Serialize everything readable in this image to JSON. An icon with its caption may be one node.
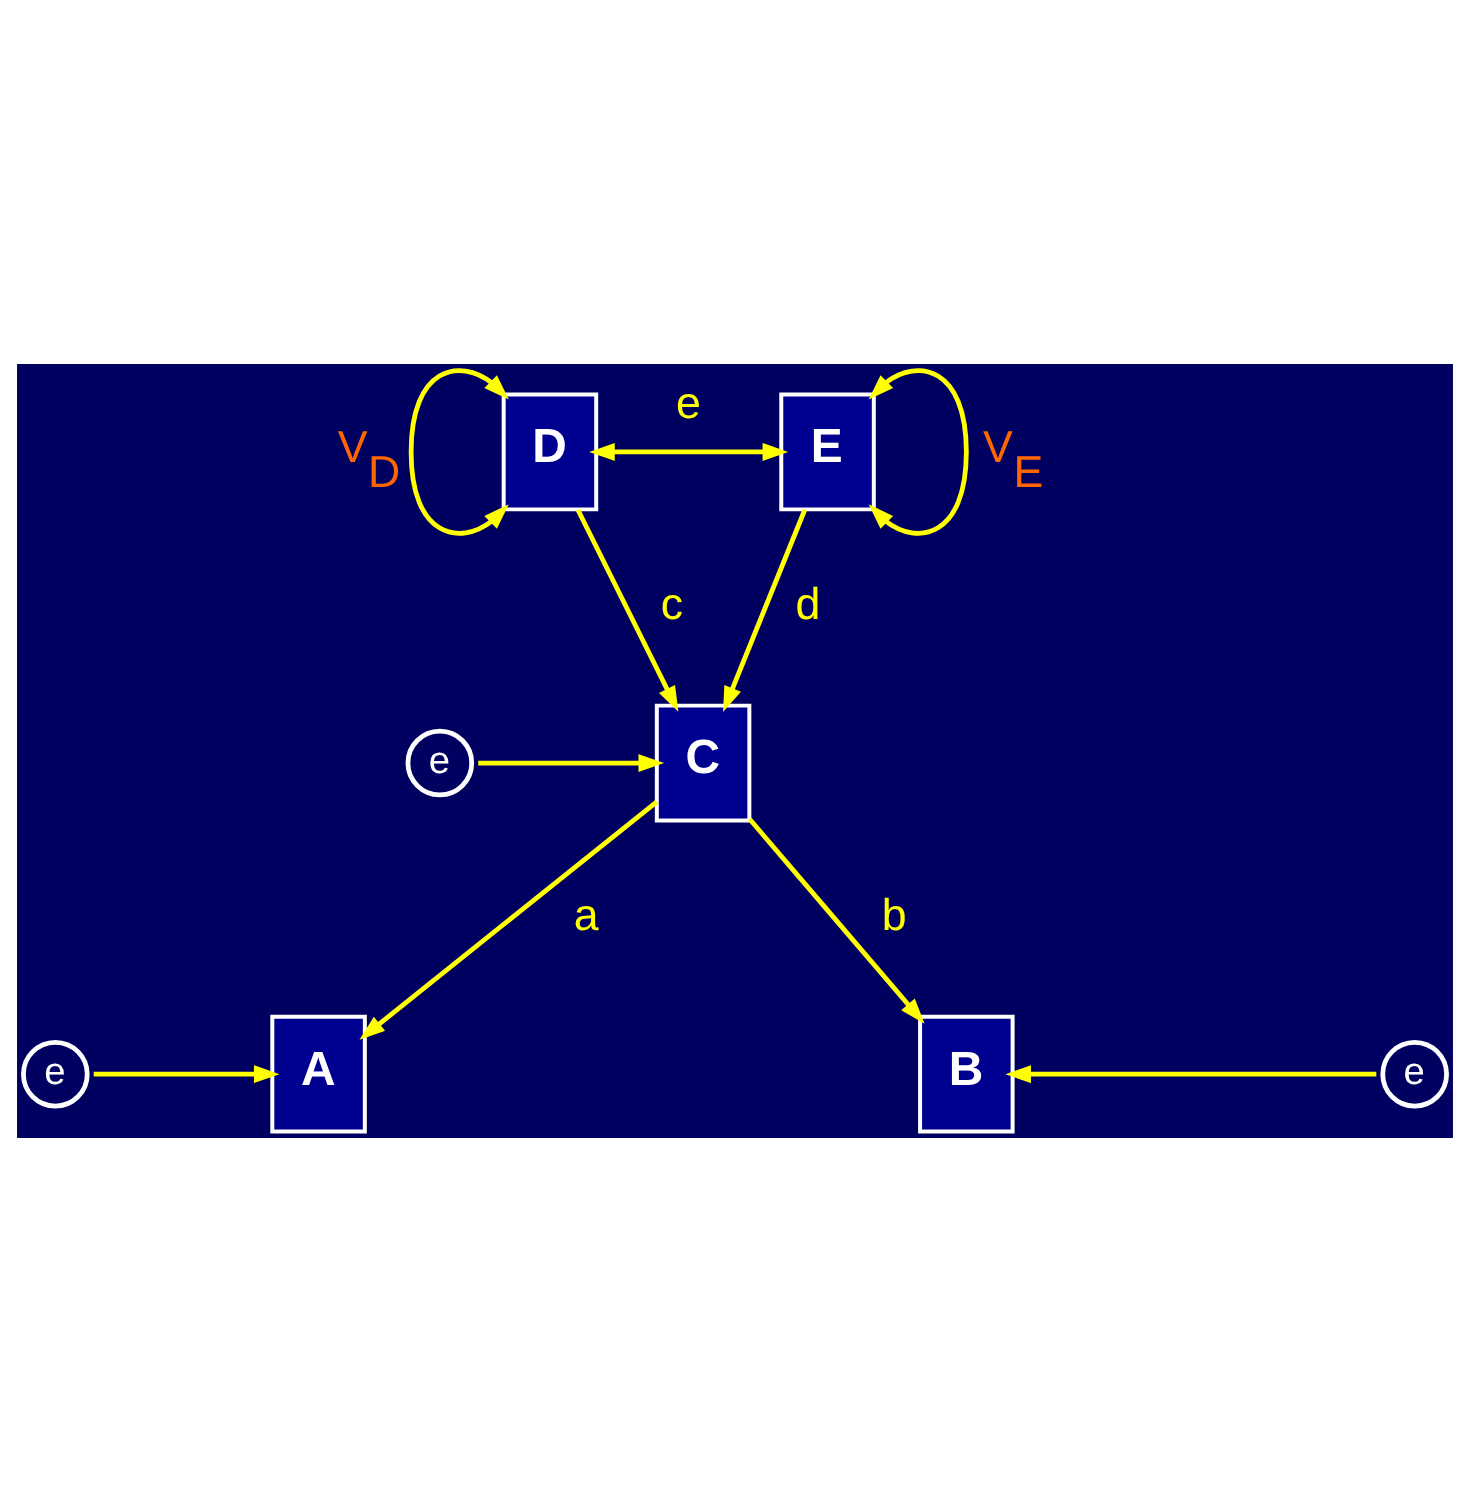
{
  "diagram": {
    "nodes": [
      {
        "text": [
          "D"
        ]
      },
      {
        "text": [
          "E"
        ]
      },
      {
        "text": [
          "e"
        ]
      },
      {
        "text": [
          "C"
        ]
      },
      {
        "text": [
          "e"
        ]
      },
      {
        "text": [
          "A"
        ]
      },
      {
        "text": [
          "B"
        ]
      },
      {
        "text": [
          "e"
        ]
      }
    ],
    "edges": [
      {
        "from": 0,
        "to": 1,
        "arrow": "both",
        "label": "e"
      },
      {
        "from": 0,
        "to": 0,
        "arrow": "both",
        "label": "V$_{D}$"
      },
      {
        "from": 1,
        "to": 1,
        "arrow": "both",
        "label": "V$_{E}$"
      },
      {
        "from": 0,
        "to": 3,
        "arrow": "to",
        "label": "c"
      },
      {
        "from": 1,
        "to": 3,
        "arrow": "to",
        "label": "d"
      },
      {
        "from": 2,
        "to": 3,
        "arrow": "to"
      },
      {
        "from": 3,
        "to": 5,
        "arrow": "to",
        "label": "a"
      },
      {
        "from": 3,
        "to": 6,
        "arrow": "to",
        "label": "b"
      },
      {
        "from": 4,
        "to": 5,
        "arrow": "to"
      },
      {
        "from": 7,
        "to": 6,
        "arrow": "to"
      }
    ]
  }
}
